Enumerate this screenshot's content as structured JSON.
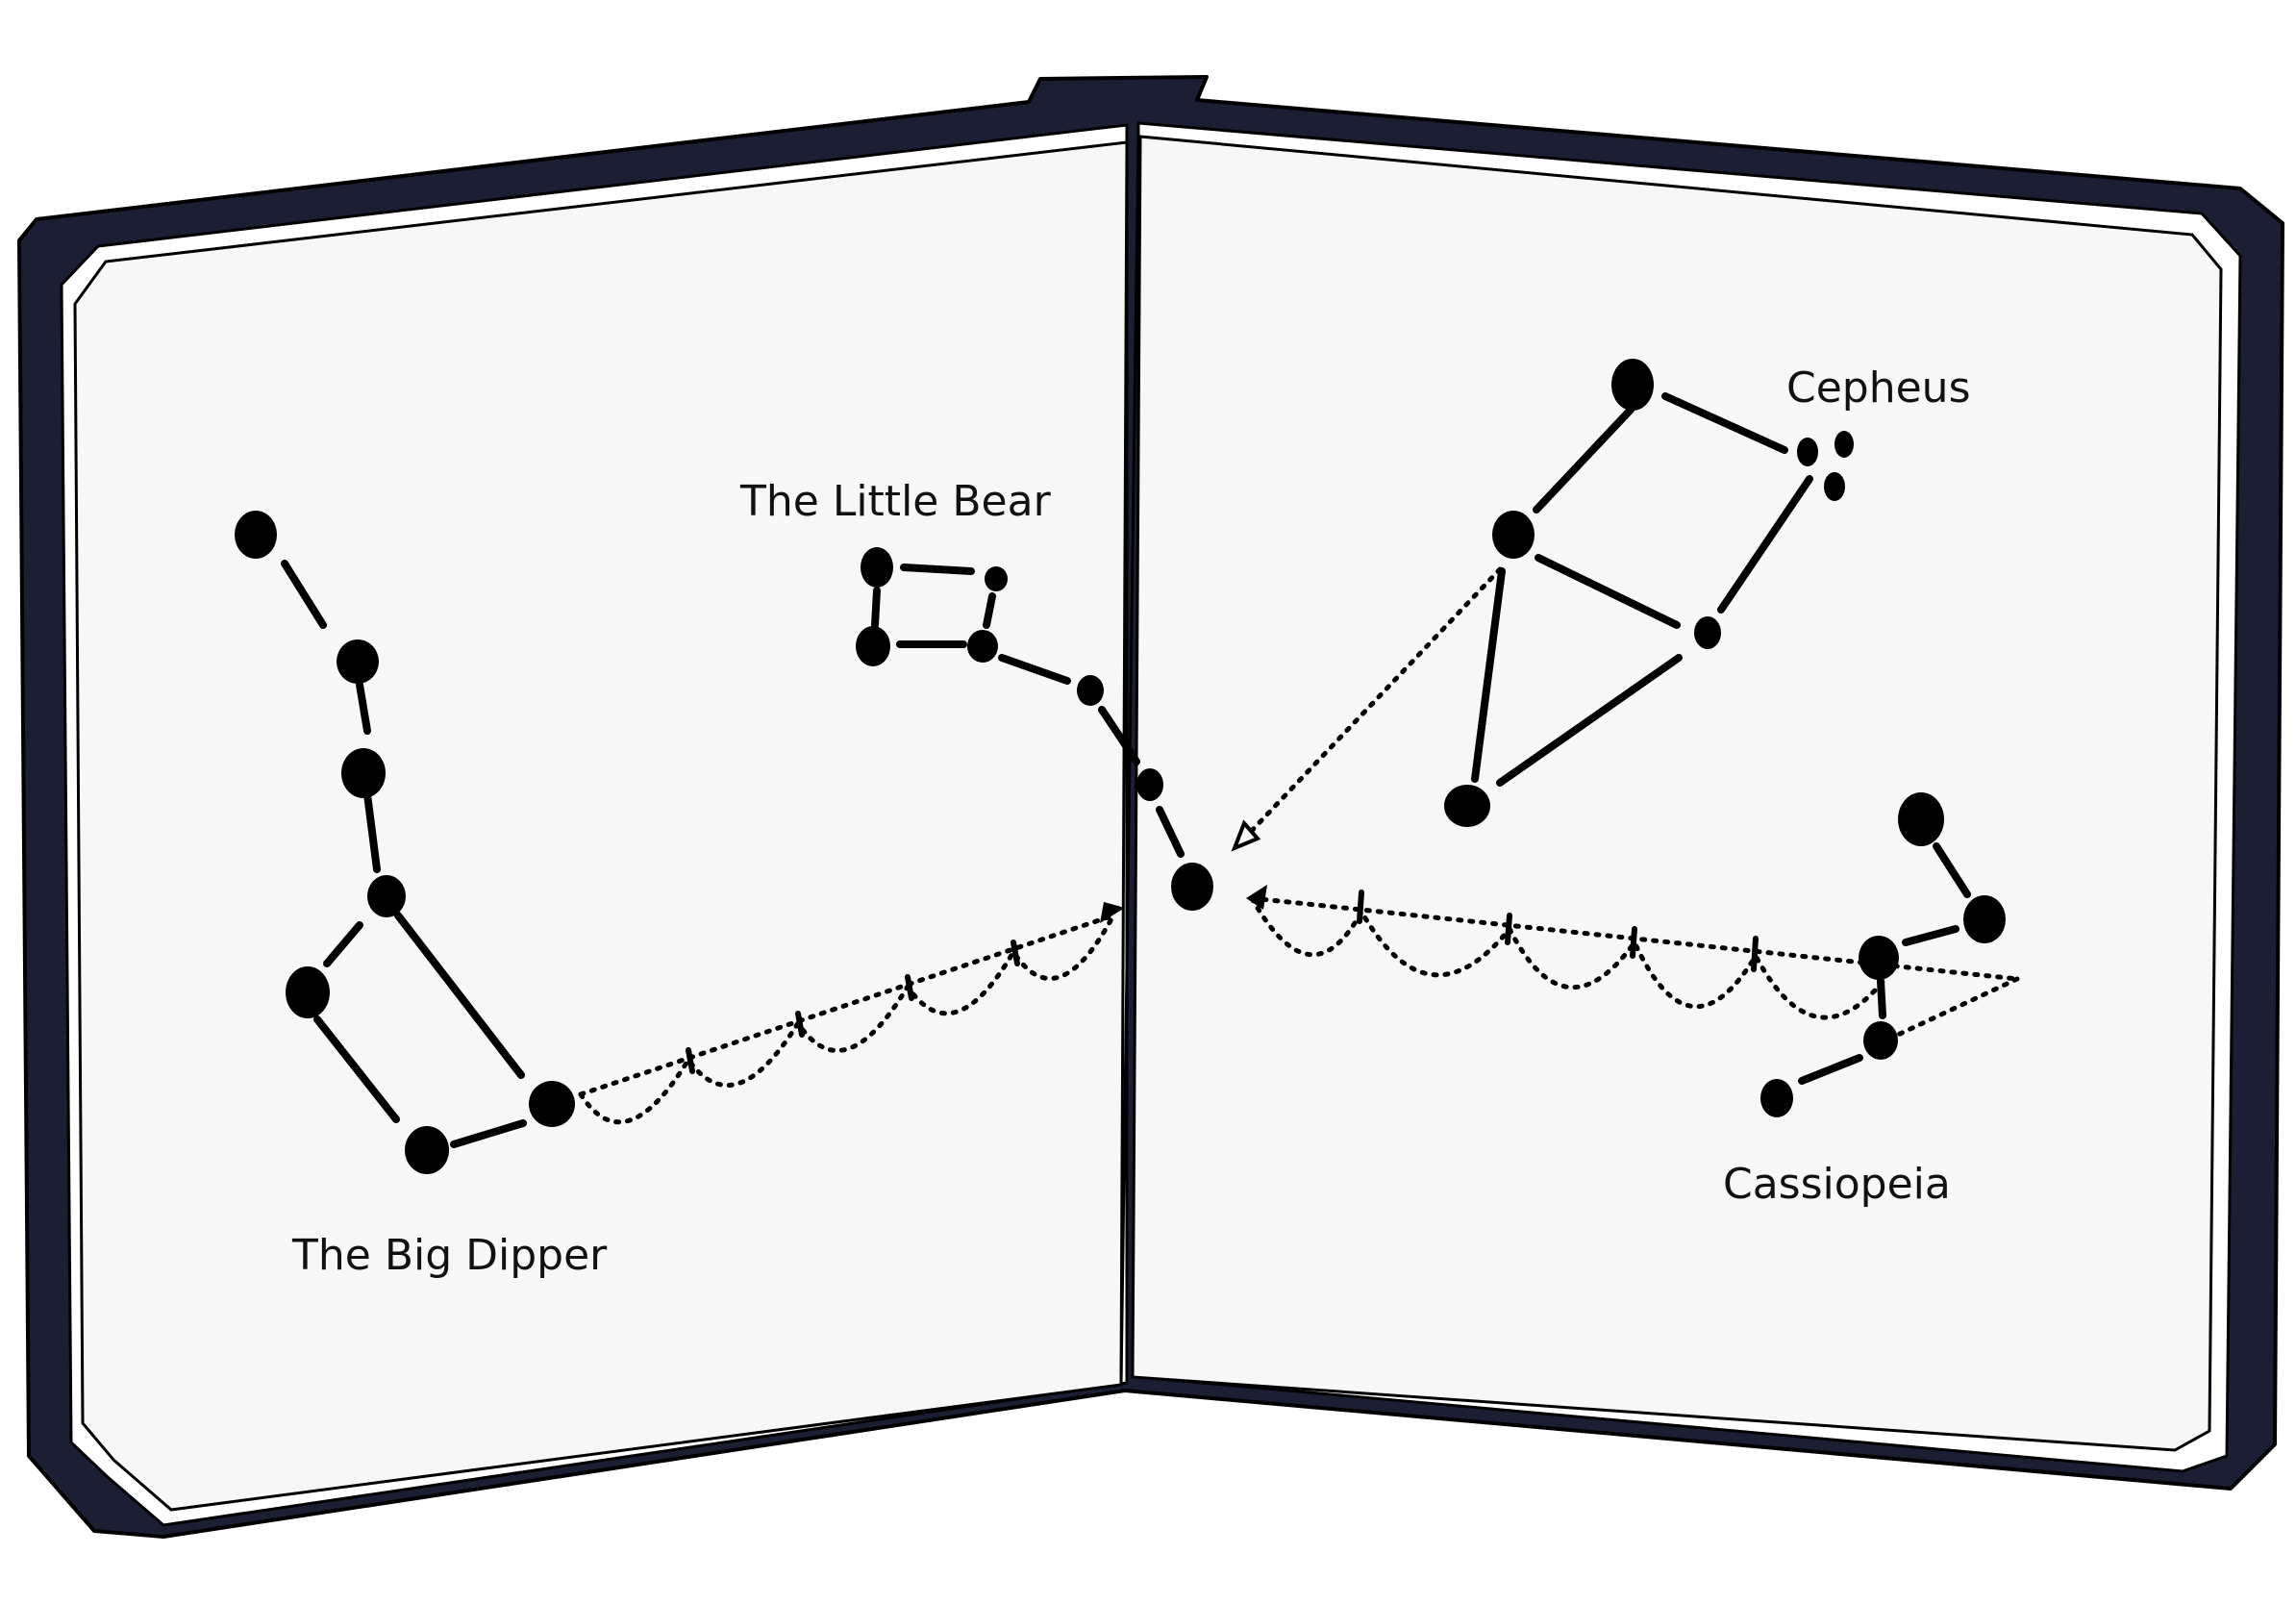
{
  "labels": {
    "big_dipper": "The Big Dipper",
    "little_bear": "The Little Bear",
    "cepheus": "Cepheus",
    "cassiopeia": "Cassiopeia"
  },
  "colors": {
    "cover": "#1c1f33",
    "page": "#f7f7f7",
    "ink": "#000000"
  }
}
